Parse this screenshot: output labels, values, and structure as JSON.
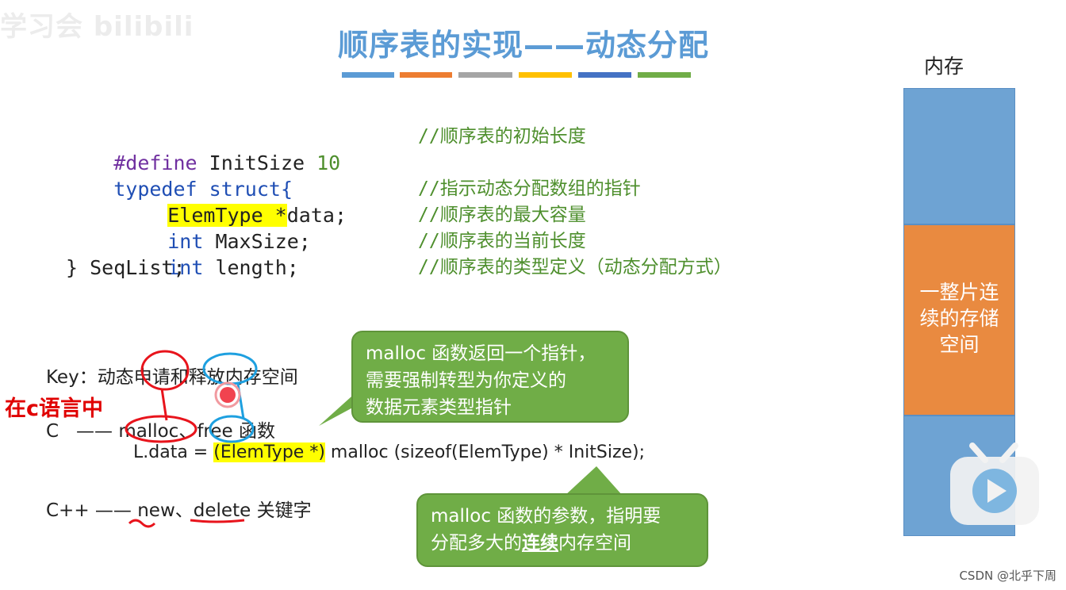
{
  "watermark": "学习会 bilibili",
  "slide": {
    "title": "顺序表的实现——动态分配",
    "stripe_colors": [
      "#5b9bd5",
      "#ed7d31",
      "#a5a5a5",
      "#ffc000",
      "#4472c4",
      "#70ad47"
    ]
  },
  "code": {
    "line1": {
      "kw": "#define",
      "name": "InitSize",
      "num": "10",
      "comment": "//顺序表的初始长度"
    },
    "line2": {
      "t1": "typedef",
      "t2": "struct{"
    },
    "line3": {
      "hl": "ElemType *",
      "rest": "data;",
      "comment": "//指示动态分配数组的指针"
    },
    "line4": {
      "kw": "int",
      "rest": "MaxSize;",
      "comment": "//顺序表的最大容量"
    },
    "line5": {
      "kw": "int",
      "rest": "length;",
      "comment": "//顺序表的当前长度"
    },
    "line6": {
      "text": "} SeqList;",
      "comment": "//顺序表的类型定义（动态分配方式）"
    }
  },
  "notes": {
    "key_prefix": "Key：动态",
    "key_shen": "申",
    "key_qing": "请和",
    "key_shifang": "释放",
    "key_rest": "内存空间",
    "handwritten": "在c语言中",
    "c_line_prefix": "C   ——",
    "c_malloc": "malloc",
    "c_sep": "、",
    "c_free": "free",
    "c_suffix": "函数",
    "ldata_prefix": "L.data =",
    "ldata_cast": "(ElemType *)",
    "ldata_rest": "malloc (sizeof(ElemType) * InitSize);",
    "cpp_prefix": "C++ ——",
    "cpp_new": "new",
    "cpp_sep": "、",
    "cpp_delete": "delete",
    "cpp_suffix": "关键字"
  },
  "bubbles": {
    "top_line1": "malloc 函数返回一个指针，",
    "top_line2": "需要强制转型为你定义的",
    "top_line3": "数据元素类型指针",
    "bottom_line1": "malloc 函数的参数，指明要",
    "bottom_pre": "分配多大的",
    "bottom_u": "连续",
    "bottom_post": "内存空间"
  },
  "memory": {
    "label": "内存",
    "block_line1": "一整片连",
    "block_line2": "续的存储",
    "block_line3": "空间",
    "blue": "#6ea3d3",
    "orange": "#e98a40"
  },
  "footer": {
    "credit": "CSDN @北乎下周"
  }
}
